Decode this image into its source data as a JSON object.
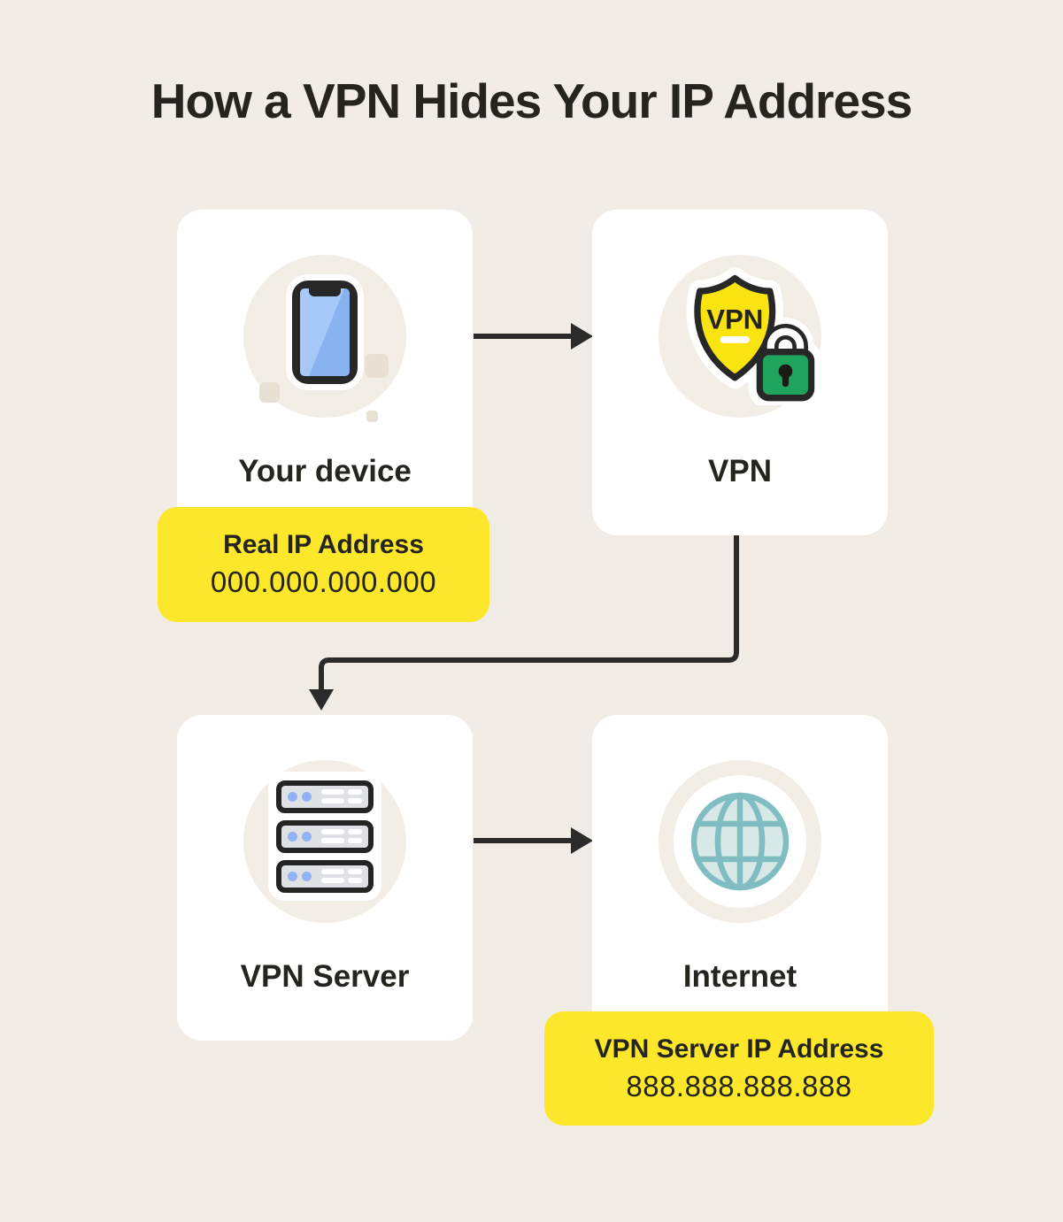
{
  "title": "How a VPN Hides Your IP Address",
  "flow": {
    "nodes": [
      {
        "label": "Your device",
        "icon": "smartphone-icon"
      },
      {
        "label": "VPN",
        "icon": "vpn-shield-lock-icon",
        "icon_text": "VPN"
      },
      {
        "label": "VPN Server",
        "icon": "server-stack-icon"
      },
      {
        "label": "Internet",
        "icon": "globe-icon"
      }
    ],
    "connections": [
      {
        "from": "Your device",
        "to": "VPN"
      },
      {
        "from": "VPN",
        "to": "VPN Server"
      },
      {
        "from": "VPN Server",
        "to": "Internet"
      }
    ],
    "callouts": [
      {
        "attached_to": "Your device",
        "title": "Real IP Address",
        "value": "000.000.000.000"
      },
      {
        "attached_to": "Internet",
        "title": "VPN Server IP Address",
        "value": "888.888.888.888"
      }
    ]
  },
  "colors": {
    "background": "#F1EDE6",
    "card": "#FFFFFF",
    "icon_backdrop": "#F2EEE6",
    "callout_yellow": "#FCE72B",
    "shield_yellow": "#F9E411",
    "lock_green": "#1FA45C",
    "phone_screen_light": "#A6C9F7",
    "phone_screen": "#89B3F0",
    "globe_teal": "#7FBDC2",
    "globe_fill": "#D8E8E7",
    "arrow_dark": "#2B2B2B",
    "text_dark": "#26241E",
    "deco_beige": "#E8E1D3",
    "server_gray": "#DFE1E4",
    "server_dot_blue": "#8FB3F3",
    "icon_ink": "#272727"
  }
}
